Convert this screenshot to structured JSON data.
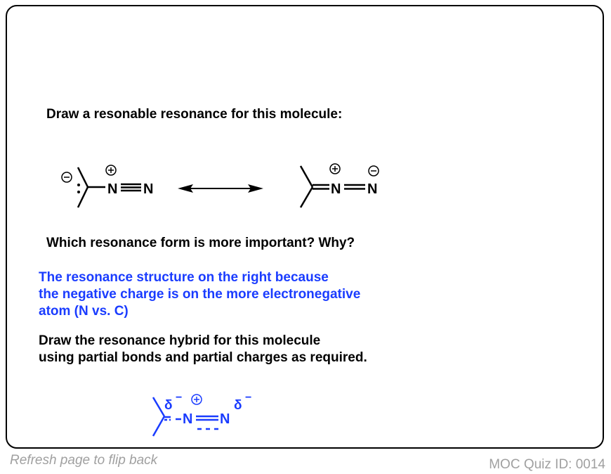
{
  "question1": "Draw a resonable resonance for this molecule:",
  "question2": "Which resonance form is more important? Why?",
  "answer2": [
    "The resonance structure on the right because",
    "the negative charge is on the more electronegative",
    "atom (N vs. C)"
  ],
  "question3": [
    "Draw the resonance hybrid for this molecule",
    "using partial bonds and partial charges as required."
  ],
  "molecule": {
    "atom": "N",
    "plus": "+",
    "minus": "−",
    "delta": "δ"
  },
  "footer": {
    "flip": "Refresh page to flip back",
    "quiz_id": "MOC Quiz ID: 0014"
  },
  "colors": {
    "answer": "#1a3cff",
    "footer": "#a0a0a0"
  }
}
